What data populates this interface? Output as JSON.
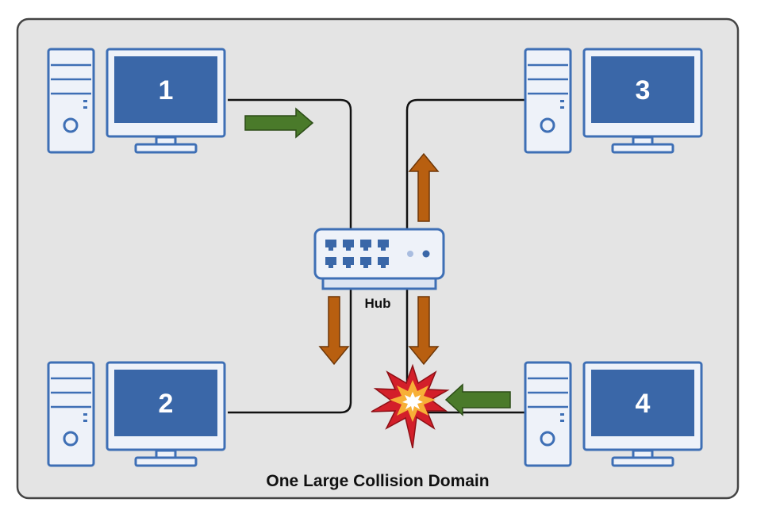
{
  "diagram": {
    "caption": "One Large Collision Domain",
    "hub_label": "Hub",
    "computers": [
      {
        "id": "pc-1",
        "label": "1"
      },
      {
        "id": "pc-2",
        "label": "2"
      },
      {
        "id": "pc-3",
        "label": "3"
      },
      {
        "id": "pc-4",
        "label": "4"
      }
    ]
  },
  "colors": {
    "background_panel": "#e4e4e4",
    "panel_border": "#444444",
    "device_outline": "#3e6fb5",
    "screen_fill": "#3a67a8",
    "device_fill": "#eef2f9",
    "sending_arrow": "#4a7a2a",
    "flooding_arrow": "#b85f10",
    "collision_red": "#d31f2a",
    "collision_orange": "#f7b037"
  }
}
